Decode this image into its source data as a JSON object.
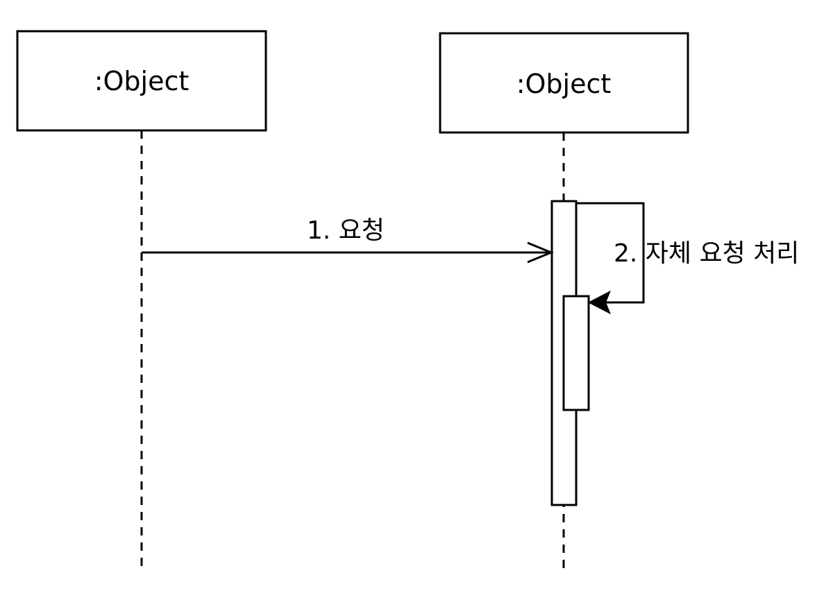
{
  "diagram": {
    "type": "sequence",
    "participants": [
      {
        "id": "p1",
        "label": ":Object"
      },
      {
        "id": "p2",
        "label": ":Object"
      }
    ],
    "messages": [
      {
        "id": "m1",
        "from": "p1",
        "to": "p2",
        "label": "1. 요청",
        "arrow": "open"
      },
      {
        "id": "m2",
        "from": "p2",
        "to": "p2",
        "label": "2. 자체 요청 처리",
        "arrow": "filled",
        "self": true
      }
    ],
    "colors": {
      "line": "#000000",
      "fill": "#ffffff"
    }
  }
}
